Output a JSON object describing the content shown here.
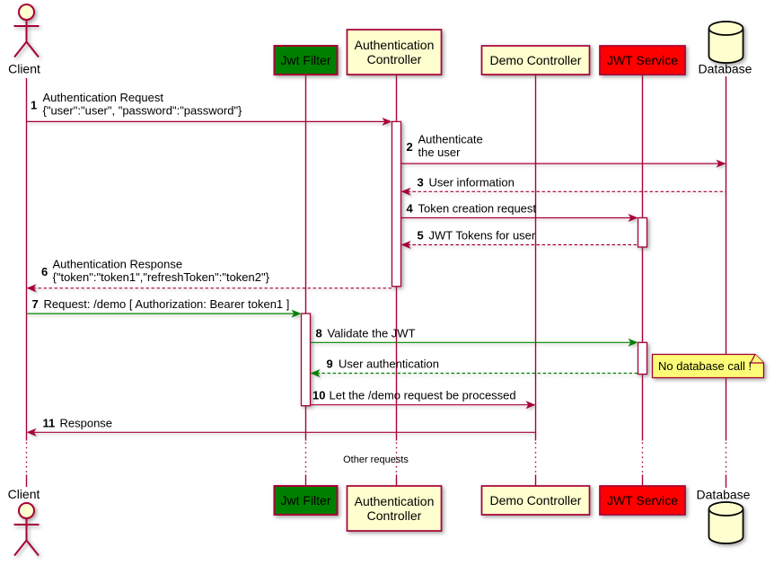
{
  "diagram_type": "sequence-diagram",
  "colors": {
    "arrow_default": "#A80036",
    "arrow_green": "#008000",
    "participant_fill": "#FEFECE",
    "jwt_filter_fill": "#008000",
    "jwt_service_fill": "#FF0000",
    "note_fill": "#FBFB77",
    "activation_fill": "#FFFFFF",
    "text": "#000000",
    "background": "#FFFFFF"
  },
  "participants": [
    {
      "id": "client",
      "label": "Client",
      "type": "actor"
    },
    {
      "id": "jwt-filter",
      "label": "Jwt Filter",
      "type": "participant",
      "fill": "#008000"
    },
    {
      "id": "authentication-controller",
      "label": "Authentication Controller",
      "label_lines": [
        "Authentication",
        "Controller"
      ],
      "type": "participant",
      "fill": "#FEFECE"
    },
    {
      "id": "demo-controller",
      "label": "Demo Controller",
      "type": "participant",
      "fill": "#FEFECE"
    },
    {
      "id": "jwt-service",
      "label": "JWT Service",
      "type": "participant",
      "fill": "#FF0000"
    },
    {
      "id": "database",
      "label": "Database",
      "type": "database"
    }
  ],
  "messages": [
    {
      "num": "1",
      "from": "client",
      "to": "authentication-controller",
      "style": "solid",
      "color": "#A80036",
      "lines": [
        "Authentication Request",
        "{\"user\":\"user\", \"password\":\"password\"}"
      ]
    },
    {
      "num": "2",
      "from": "authentication-controller",
      "to": "database",
      "style": "solid",
      "color": "#A80036",
      "lines": [
        "Authenticate",
        "the user"
      ]
    },
    {
      "num": "3",
      "from": "database",
      "to": "authentication-controller",
      "style": "dashed",
      "color": "#A80036",
      "lines": [
        "User information"
      ]
    },
    {
      "num": "4",
      "from": "authentication-controller",
      "to": "jwt-service",
      "style": "solid",
      "color": "#A80036",
      "lines": [
        "Token creation request"
      ]
    },
    {
      "num": "5",
      "from": "jwt-service",
      "to": "authentication-controller",
      "style": "dashed",
      "color": "#A80036",
      "lines": [
        "JWT Tokens for user"
      ]
    },
    {
      "num": "6",
      "from": "authentication-controller",
      "to": "client",
      "style": "dashed",
      "color": "#A80036",
      "lines": [
        "Authentication Response",
        "{\"token\":\"token1\",\"refreshToken\":\"token2\"}"
      ]
    },
    {
      "num": "7",
      "from": "client",
      "to": "jwt-filter",
      "style": "solid",
      "color": "#008000",
      "lines": [
        "Request: /demo [ Authorization: Bearer token1 ]"
      ]
    },
    {
      "num": "8",
      "from": "jwt-filter",
      "to": "jwt-service",
      "style": "solid",
      "color": "#008000",
      "lines": [
        "Validate the JWT"
      ]
    },
    {
      "num": "9",
      "from": "jwt-service",
      "to": "jwt-filter",
      "style": "dashed",
      "color": "#008000",
      "lines": [
        "User authentication"
      ]
    },
    {
      "num": "10",
      "from": "jwt-filter",
      "to": "demo-controller",
      "style": "solid",
      "color": "#A80036",
      "lines": [
        "Let the /demo request be processed"
      ]
    },
    {
      "num": "11",
      "from": "demo-controller",
      "to": "client",
      "style": "solid",
      "color": "#A80036",
      "lines": [
        "Response"
      ]
    }
  ],
  "note": {
    "text": "No database call !",
    "attached_to": "jwt-service"
  },
  "delay": {
    "text": "Other requests"
  }
}
